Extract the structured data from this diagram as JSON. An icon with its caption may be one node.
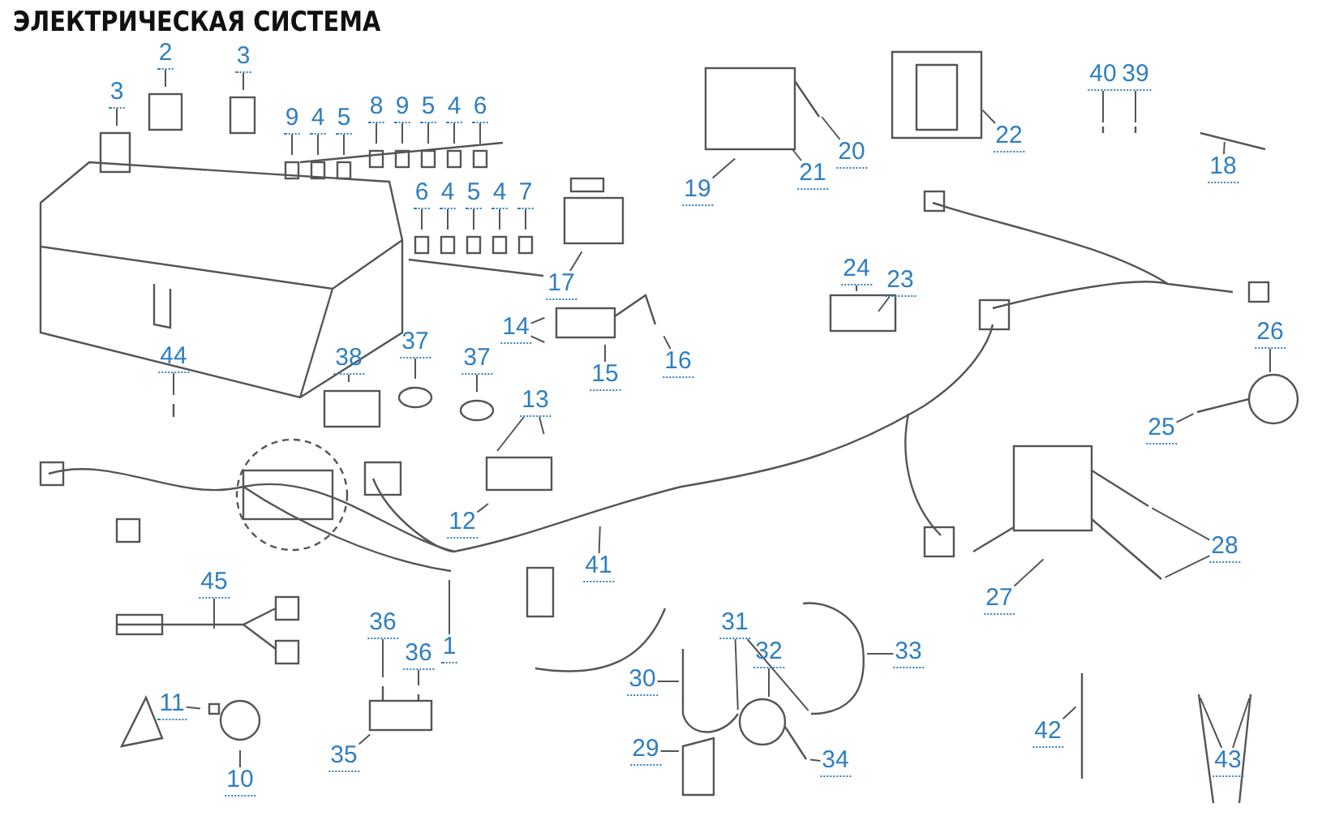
{
  "diagram": {
    "title": "ЭЛЕКТРИЧЕСКАЯ СИСТЕМА",
    "nodes": [
      {
        "text": [
          "3"
        ]
      },
      {
        "text": [
          "2"
        ]
      },
      {
        "text": [
          "3"
        ]
      },
      {
        "text": [
          "9"
        ]
      },
      {
        "text": [
          "4"
        ]
      },
      {
        "text": [
          "5"
        ]
      },
      {
        "text": [
          "8"
        ]
      },
      {
        "text": [
          "9"
        ]
      },
      {
        "text": [
          "5"
        ]
      },
      {
        "text": [
          "4"
        ]
      },
      {
        "text": [
          "6"
        ]
      },
      {
        "text": [
          "6"
        ]
      },
      {
        "text": [
          "4"
        ]
      },
      {
        "text": [
          "5"
        ]
      },
      {
        "text": [
          "4"
        ]
      },
      {
        "text": [
          "7"
        ]
      },
      {
        "text": [
          "44"
        ]
      },
      {
        "text": [
          "38"
        ]
      },
      {
        "text": [
          "37"
        ]
      },
      {
        "text": [
          "37"
        ]
      },
      {
        "text": [
          "14"
        ]
      },
      {
        "text": [
          "17"
        ]
      },
      {
        "text": [
          "15"
        ]
      },
      {
        "text": [
          "16"
        ]
      },
      {
        "text": [
          "13"
        ]
      },
      {
        "text": [
          "12"
        ]
      },
      {
        "text": [
          "19"
        ]
      },
      {
        "text": [
          "21"
        ]
      },
      {
        "text": [
          "20"
        ]
      },
      {
        "text": [
          "22"
        ]
      },
      {
        "text": [
          "40"
        ]
      },
      {
        "text": [
          "39"
        ]
      },
      {
        "text": [
          "18"
        ]
      },
      {
        "text": [
          "24"
        ]
      },
      {
        "text": [
          "23"
        ]
      },
      {
        "text": [
          "26"
        ]
      },
      {
        "text": [
          "25"
        ]
      },
      {
        "text": [
          "41"
        ]
      },
      {
        "text": [
          "1"
        ]
      },
      {
        "text": [
          "45"
        ]
      },
      {
        "text": [
          "36"
        ]
      },
      {
        "text": [
          "36"
        ]
      },
      {
        "text": [
          "11"
        ]
      },
      {
        "text": [
          "10"
        ]
      },
      {
        "text": [
          "35"
        ]
      },
      {
        "text": [
          "30"
        ]
      },
      {
        "text": [
          "31"
        ]
      },
      {
        "text": [
          "32"
        ]
      },
      {
        "text": [
          "33"
        ]
      },
      {
        "text": [
          "29"
        ]
      },
      {
        "text": [
          "34"
        ]
      },
      {
        "text": [
          "27"
        ]
      },
      {
        "text": [
          "28"
        ]
      },
      {
        "text": [
          "42"
        ]
      },
      {
        "text": [
          "43"
        ]
      }
    ],
    "edges": [
      {
        "from": 0,
        "to": null,
        "arrow": "none"
      },
      {
        "from": 1,
        "to": null,
        "arrow": "none"
      },
      {
        "from": 2,
        "to": null,
        "arrow": "none"
      },
      {
        "from": 3,
        "to": null,
        "arrow": "none"
      },
      {
        "from": 4,
        "to": null,
        "arrow": "none"
      },
      {
        "from": 5,
        "to": null,
        "arrow": "none"
      },
      {
        "from": 6,
        "to": null,
        "arrow": "none"
      },
      {
        "from": 7,
        "to": null,
        "arrow": "none"
      },
      {
        "from": 8,
        "to": null,
        "arrow": "none"
      },
      {
        "from": 9,
        "to": null,
        "arrow": "none"
      },
      {
        "from": 10,
        "to": null,
        "arrow": "none"
      },
      {
        "from": 11,
        "to": null,
        "arrow": "none"
      },
      {
        "from": 12,
        "to": null,
        "arrow": "none"
      },
      {
        "from": 13,
        "to": null,
        "arrow": "none"
      },
      {
        "from": 14,
        "to": null,
        "arrow": "none"
      },
      {
        "from": 15,
        "to": null,
        "arrow": "none"
      },
      {
        "from": 16,
        "to": null,
        "arrow": "none"
      },
      {
        "from": 17,
        "to": null,
        "arrow": "none"
      },
      {
        "from": 18,
        "to": null,
        "arrow": "none"
      },
      {
        "from": 19,
        "to": null,
        "arrow": "none"
      },
      {
        "from": 20,
        "to": null,
        "arrow": "none"
      },
      {
        "from": 21,
        "to": null,
        "arrow": "none"
      },
      {
        "from": 22,
        "to": null,
        "arrow": "none"
      },
      {
        "from": 23,
        "to": null,
        "arrow": "none"
      },
      {
        "from": 24,
        "to": null,
        "arrow": "none"
      },
      {
        "from": 25,
        "to": null,
        "arrow": "none"
      },
      {
        "from": 26,
        "to": null,
        "arrow": "none"
      },
      {
        "from": 27,
        "to": null,
        "arrow": "none"
      },
      {
        "from": 28,
        "to": null,
        "arrow": "none"
      },
      {
        "from": 29,
        "to": null,
        "arrow": "none"
      },
      {
        "from": 30,
        "to": null,
        "arrow": "none"
      },
      {
        "from": 31,
        "to": null,
        "arrow": "none"
      },
      {
        "from": 32,
        "to": null,
        "arrow": "none"
      },
      {
        "from": 33,
        "to": null,
        "arrow": "none"
      },
      {
        "from": 34,
        "to": null,
        "arrow": "none"
      },
      {
        "from": 35,
        "to": null,
        "arrow": "none"
      },
      {
        "from": 36,
        "to": null,
        "arrow": "none"
      },
      {
        "from": 37,
        "to": null,
        "arrow": "none"
      },
      {
        "from": 38,
        "to": null,
        "arrow": "none"
      },
      {
        "from": 39,
        "to": null,
        "arrow": "none"
      },
      {
        "from": 40,
        "to": null,
        "arrow": "none"
      },
      {
        "from": 41,
        "to": null,
        "arrow": "none"
      },
      {
        "from": 42,
        "to": null,
        "arrow": "none"
      },
      {
        "from": 43,
        "to": null,
        "arrow": "none"
      },
      {
        "from": 44,
        "to": null,
        "arrow": "none"
      },
      {
        "from": 45,
        "to": null,
        "arrow": "none"
      },
      {
        "from": 46,
        "to": null,
        "arrow": "none"
      },
      {
        "from": 47,
        "to": null,
        "arrow": "none"
      },
      {
        "from": 48,
        "to": null,
        "arrow": "none"
      },
      {
        "from": 49,
        "to": null,
        "arrow": "none"
      },
      {
        "from": 50,
        "to": null,
        "arrow": "none"
      },
      {
        "from": 51,
        "to": null,
        "arrow": "none"
      },
      {
        "from": 52,
        "to": null,
        "arrow": "none"
      },
      {
        "from": 53,
        "to": null,
        "arrow": "none"
      },
      {
        "from": 54,
        "to": null,
        "arrow": "none"
      }
    ]
  }
}
